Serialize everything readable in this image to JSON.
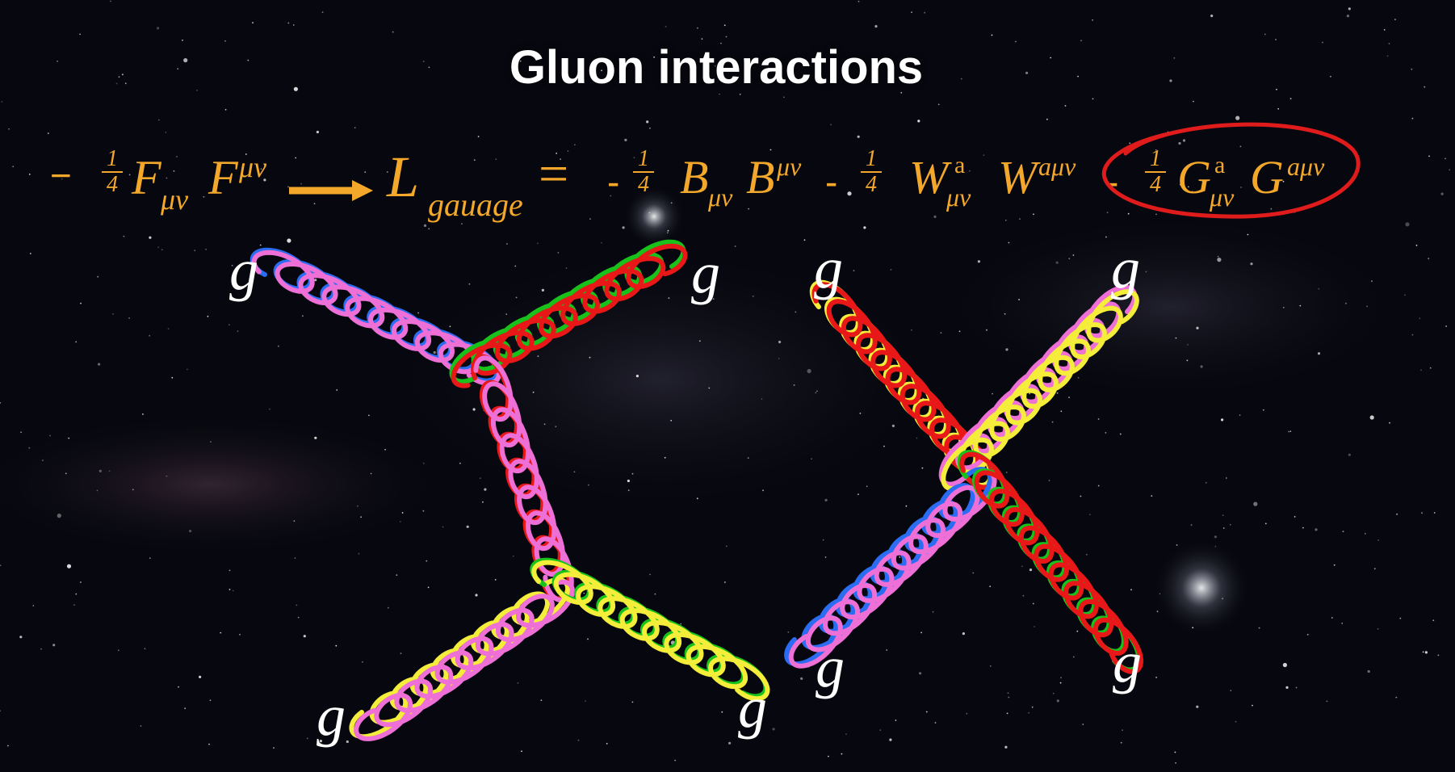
{
  "slide": {
    "title": "Gluon interactions"
  },
  "equation": {
    "lhs_sign": "−",
    "half_num": "1",
    "half_den": "4",
    "lhs_f1": "F",
    "lhs_f1_sub": "μν",
    "lhs_f2": "F",
    "lhs_f2_sup": "μν",
    "L": "L",
    "L_sub": "gauage",
    "equals": "=",
    "minus": "-",
    "B1": "B",
    "B1_sub": "μν",
    "B2": "B",
    "B2_sup": "μν",
    "W1": "W",
    "W1_sup": "a",
    "W1_sub": "μν",
    "W2": "W",
    "W2_sup": "aμν",
    "G1": "G",
    "G1_sup": "a",
    "G1_sub": "μν",
    "G2": "G",
    "G2_sup": "aμν"
  },
  "labels": {
    "gluon": "g"
  },
  "colors": {
    "equation": "#f3a82b",
    "highlight_ring": "#e01b1b",
    "blue": "#2a6cf2",
    "pink": "#ee6fd6",
    "red": "#e81818",
    "green": "#18c21a",
    "yellow": "#f4ee3a",
    "label": "#ffffff"
  }
}
